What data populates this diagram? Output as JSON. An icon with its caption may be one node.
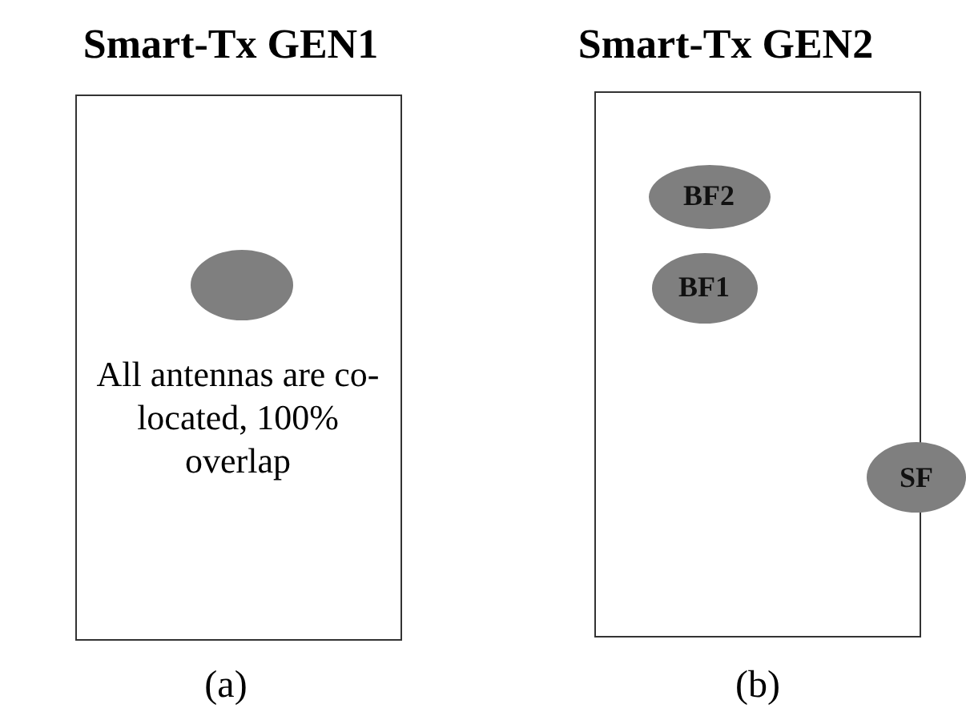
{
  "diagram": {
    "nodes": [
      {
        "text": [
          "Smart-Tx GEN1",
          "All antennas are co-located, 100% overlap"
        ],
        "beside": [
          "(a)"
        ]
      },
      {
        "text": [],
        "shape": "circle",
        "in": 0
      },
      {
        "text": [
          "Smart-Tx GEN2"
        ],
        "beside": [
          "(b)"
        ]
      },
      {
        "text": [
          "BF2"
        ],
        "in": 2
      },
      {
        "text": [
          "BF1"
        ],
        "in": 2
      },
      {
        "text": [
          "SF"
        ]
      }
    ]
  }
}
